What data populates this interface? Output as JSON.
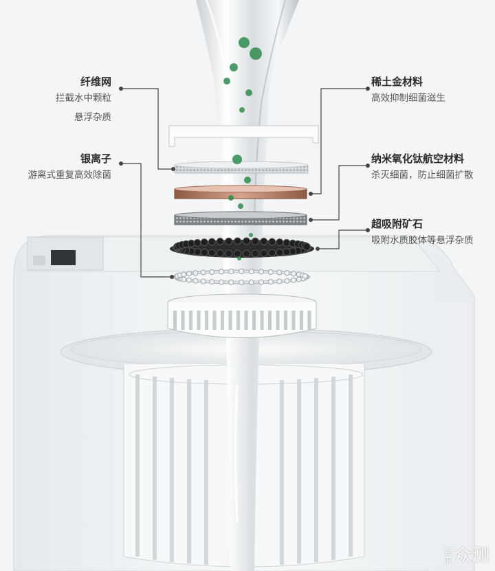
{
  "labels": {
    "fiber_mesh": {
      "title": "纤维网",
      "lines": [
        "拦截水中颗粒",
        "悬浮杂质"
      ]
    },
    "silver_ion": {
      "title": "银离子",
      "lines": [
        "游离式重复高效除菌"
      ]
    },
    "rare_earth": {
      "title": "稀土金材料",
      "lines": [
        "高效抑制细菌滋生"
      ]
    },
    "nano_titanium": {
      "title": "纳米氧化钛航空材料",
      "lines": [
        "杀灭细菌，防止细菌扩散"
      ]
    },
    "adsorbent_mineral": {
      "title": "超吸附矿石",
      "lines": [
        "吸附水质胶体等悬浮杂质"
      ]
    }
  },
  "watermark": {
    "small": "新浪",
    "big": "众测"
  },
  "colors": {
    "leader_line": "#444444",
    "bacteria": "#2e8b4f",
    "copper_layer": "#b5775a"
  }
}
